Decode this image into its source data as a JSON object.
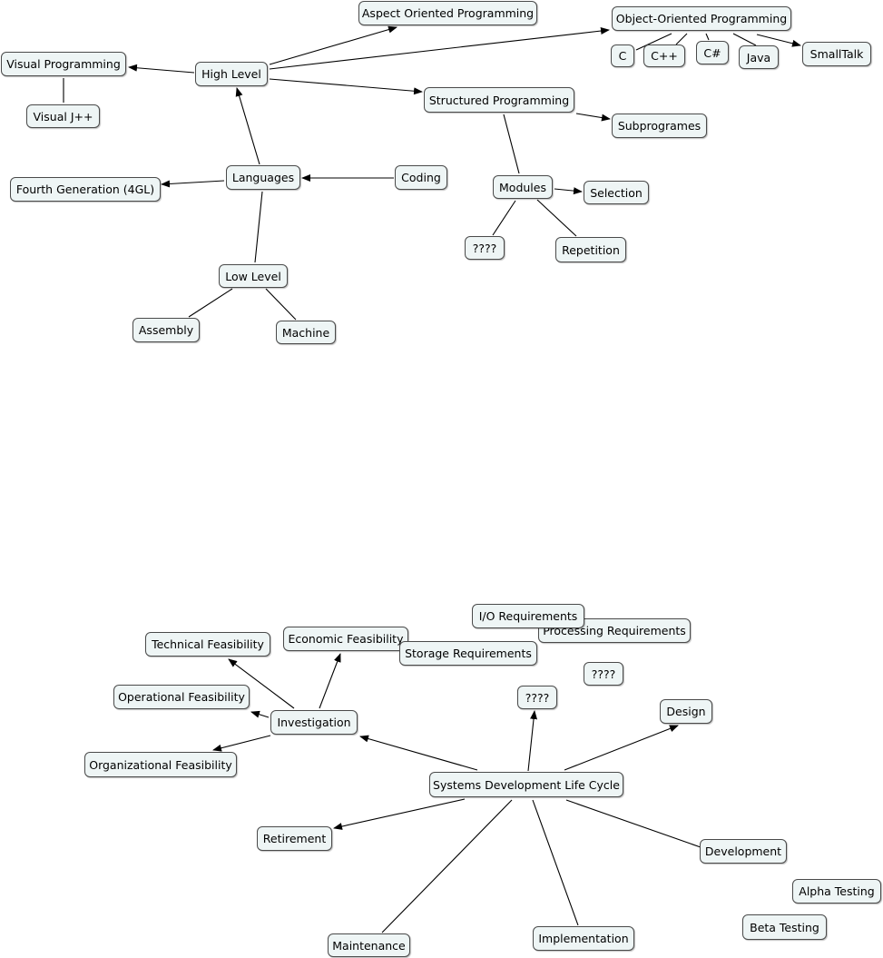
{
  "colors": {
    "node_fill": "#eef5f5",
    "node_border": "#4a4a4a",
    "edge": "#000000"
  },
  "nodes": {
    "aspect_oriented_programming": "Aspect Oriented Programming",
    "object_oriented_programming": "Object-Oriented Programming",
    "visual_programming": "Visual Programming",
    "high_level": "High Level",
    "c": "C",
    "c_plus_plus": "C++",
    "c_sharp": "C#",
    "java": "Java",
    "smalltalk": "SmallTalk",
    "visual_j_plus_plus": "Visual J++",
    "structured_programming": "Structured Programming",
    "subprogrames": "Subprogrames",
    "languages": "Languages",
    "coding": "Coding",
    "fourth_generation": "Fourth Generation (4GL)",
    "modules": "Modules",
    "selection": "Selection",
    "unknown_modules": "????",
    "repetition": "Repetition",
    "low_level": "Low Level",
    "assembly": "Assembly",
    "machine": "Machine",
    "io_requirements": "I/O Requirements",
    "processing_requirements": "Processing Requirements",
    "technical_feasibility": "Technical Feasibility",
    "economic_feasibility": "Economic Feasibility",
    "storage_requirements": "Storage Requirements",
    "unknown_design_a": "????",
    "unknown_design_b": "????",
    "operational_feasibility": "Operational Feasibility",
    "design": "Design",
    "investigation": "Investigation",
    "organizational_feasibility": "Organizational Feasibility",
    "sdlc": "Systems Development Life Cycle",
    "retirement": "Retirement",
    "development": "Development",
    "alpha_testing": "Alpha Testing",
    "beta_testing": "Beta Testing",
    "maintenance": "Maintenance",
    "implementation": "Implementation"
  }
}
